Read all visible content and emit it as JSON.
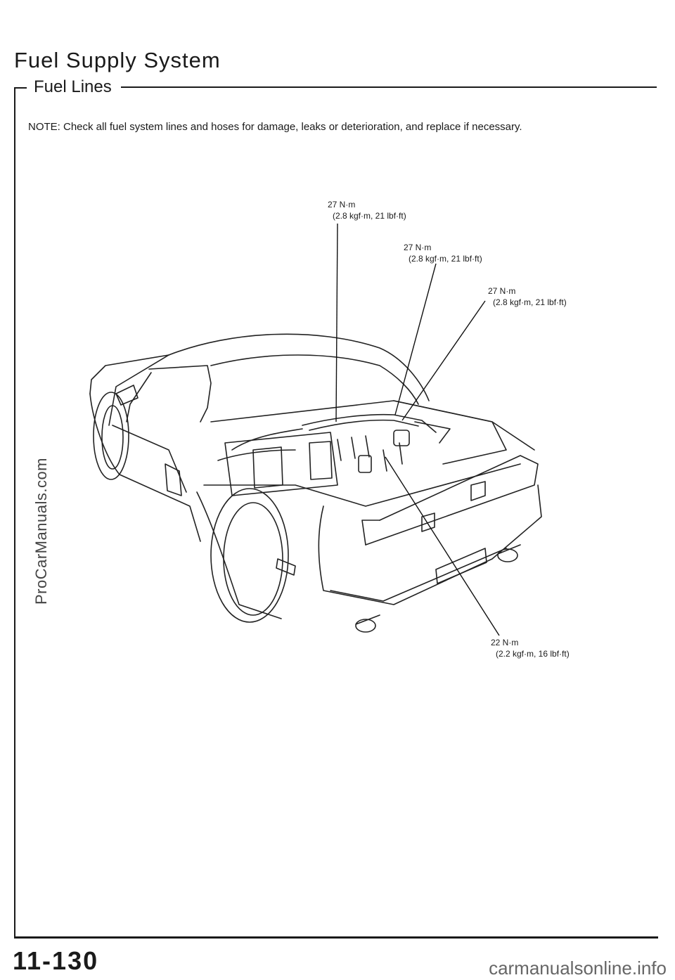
{
  "header": {
    "title": "Fuel Supply System",
    "section": "Fuel Lines"
  },
  "note": "NOTE:  Check all fuel system lines and hoses for damage, leaks or deterioration, and replace if necessary.",
  "callouts": [
    {
      "torque": "27 N·m",
      "detail": "(2.8 kgf·m, 21 lbf·ft)"
    },
    {
      "torque": "27 N·m",
      "detail": "(2.8 kgf·m, 21 lbf·ft)"
    },
    {
      "torque": "27 N·m",
      "detail": "(2.8 kgf·m, 21  lbf·ft)"
    },
    {
      "torque": "22 N·m",
      "detail": "(2.2 kgf·m, 16 lbf·ft)"
    }
  ],
  "watermark": "ProCarManuals.com",
  "footer": {
    "page_number": "11-130",
    "site": "carmanualsonline.info"
  }
}
